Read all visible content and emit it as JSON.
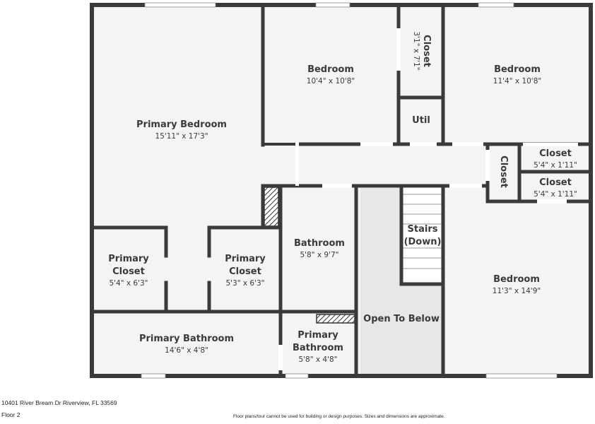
{
  "rooms": {
    "primary_bedroom": {
      "name": "Primary Bedroom",
      "dim": "15'11\" x 17'3\""
    },
    "bedroom_1": {
      "name": "Bedroom",
      "dim": "10'4\" x 10'8\""
    },
    "closet_vert": {
      "name": "Closet",
      "dim": "3'1\" x 7'1\""
    },
    "util": {
      "name": "Util"
    },
    "bedroom_2": {
      "name": "Bedroom",
      "dim": "11'4\" x 10'8\""
    },
    "closet_small": {
      "name": "Closet"
    },
    "closet_a": {
      "name": "Closet",
      "dim": "5'4\" x 1'11\""
    },
    "closet_b": {
      "name": "Closet",
      "dim": "5'4\" x 1'11\""
    },
    "primary_closet_1": {
      "name1": "Primary",
      "name2": "Closet",
      "dim": "5'4\" x 6'3\""
    },
    "primary_closet_2": {
      "name1": "Primary",
      "name2": "Closet",
      "dim": "5'3\" x 6'3\""
    },
    "bathroom": {
      "name": "Bathroom",
      "dim": "5'8\" x 9'7\""
    },
    "stairs": {
      "name1": "Stairs",
      "name2": "(Down)"
    },
    "open_to_below": {
      "name": "Open To Below"
    },
    "bedroom_3": {
      "name": "Bedroom",
      "dim": "11'3\" x 14'9\""
    },
    "primary_bathroom_1": {
      "name": "Primary Bathroom",
      "dim": "14'6\" x 4'8\""
    },
    "primary_bathroom_2": {
      "name1": "Primary",
      "name2": "Bathroom",
      "dim": "5'8\" x 4'8\""
    }
  },
  "footer": {
    "address": "10401 River Bream Dr Riverview, FL 33569",
    "floor": "Floor 2",
    "disclaimer": "Floor plans/tour cannot be used for building or design purposes. Sizes and dimensions are approximate."
  }
}
